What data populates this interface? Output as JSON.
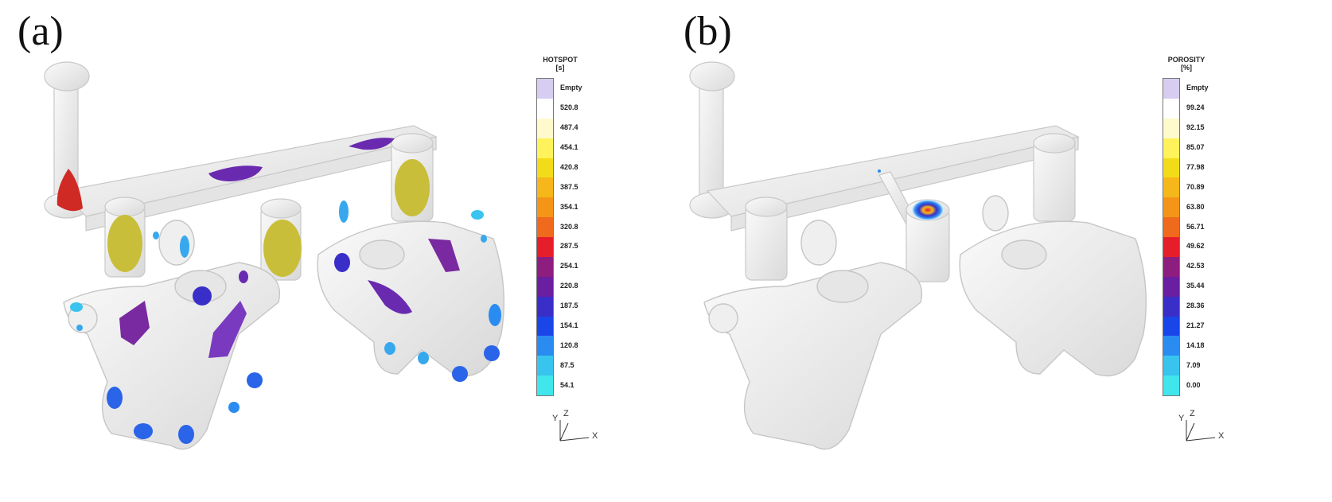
{
  "panels": [
    {
      "label": "(a)",
      "legend": {
        "title_line1": "HOTSPOT",
        "title_line2": "[s]",
        "empty_label": "Empty",
        "empty_color": "#d6cdf0",
        "ticks": [
          "520.8",
          "487.4",
          "454.1",
          "420.8",
          "387.5",
          "354.1",
          "320.8",
          "287.5",
          "254.1",
          "220.8",
          "187.5",
          "154.1",
          "120.8",
          "87.5",
          "54.1"
        ],
        "colors": [
          "#ffffff",
          "#fffacc",
          "#fff25a",
          "#f2dc1a",
          "#f5b71a",
          "#f59518",
          "#ef6a1c",
          "#e61e2a",
          "#8e1d80",
          "#6a1ea0",
          "#3a2ec8",
          "#1a45e8",
          "#2a8cf0",
          "#38c4ee",
          "#40e6ec"
        ]
      },
      "axes": {
        "y": "Y",
        "z": "Z",
        "x": "X"
      }
    },
    {
      "label": "(b)",
      "legend": {
        "title_line1": "POROSITY",
        "title_line2": "[%]",
        "empty_label": "Empty",
        "empty_color": "#d6cdf0",
        "ticks": [
          "99.24",
          "92.15",
          "85.07",
          "77.98",
          "70.89",
          "63.80",
          "56.71",
          "49.62",
          "42.53",
          "35.44",
          "28.36",
          "21.27",
          "14.18",
          "7.09",
          "0.00"
        ],
        "colors": [
          "#ffffff",
          "#fffacc",
          "#fff25a",
          "#f2dc1a",
          "#f5b71a",
          "#f59518",
          "#ef6a1c",
          "#e61e2a",
          "#8e1d80",
          "#6a1ea0",
          "#3a2ec8",
          "#1a45e8",
          "#2a8cf0",
          "#38c4ee",
          "#40e6ec"
        ]
      },
      "axes": {
        "y": "Y",
        "z": "Z",
        "x": "X"
      }
    }
  ]
}
